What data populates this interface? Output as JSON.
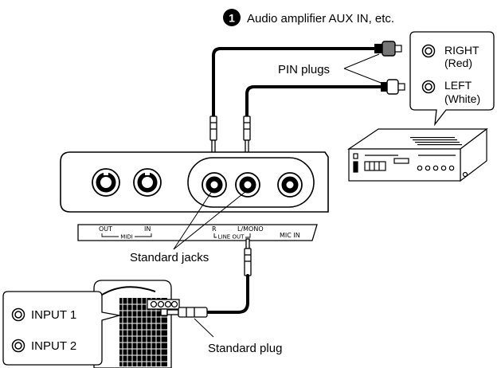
{
  "step_number": "1",
  "step_title": "Audio amplifier AUX IN, etc.",
  "labels": {
    "pin_plugs": "PIN plugs",
    "standard_jacks": "Standard jacks",
    "standard_plug": "Standard plug"
  },
  "aux_jacks": [
    {
      "name": "RIGHT",
      "color": "(Red)"
    },
    {
      "name": "LEFT",
      "color": "(White)"
    }
  ],
  "amp_inputs": [
    "INPUT 1",
    "INPUT 2"
  ],
  "panel_labels": {
    "out": "OUT",
    "in": "IN",
    "midi": "MIDI",
    "r": "R",
    "l_mono": "L/MONO",
    "line_out": "LINE OUT",
    "mic_in": "MIC IN"
  }
}
